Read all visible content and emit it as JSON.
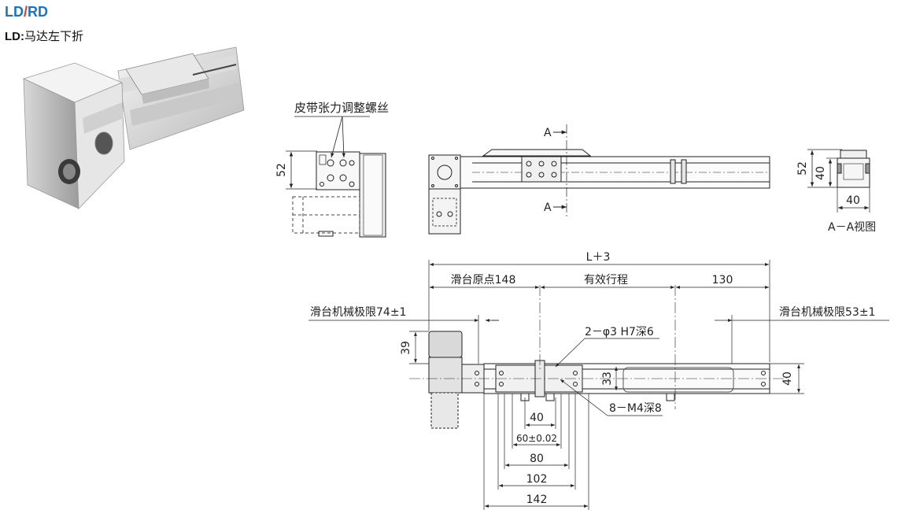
{
  "header": {
    "title_ld": "LD",
    "title_sep": "/",
    "title_rd": "RD",
    "subtitle_code": "LD:",
    "subtitle_text": "马达左下折"
  },
  "top_views": {
    "belt_label": "皮带张力调整螺丝",
    "dim_52_left": "52",
    "section_mark_top": "A",
    "section_mark_bottom": "A",
    "dim_52_right": "52",
    "dim_40_right_v": "40",
    "dim_40_right_h": "40",
    "section_view_label": "A－A视图"
  },
  "bottom_view": {
    "total_length": "L＋3",
    "origin": "滑台原点148",
    "stroke": "有效行程",
    "end_130": "130",
    "mech_limit_left": "滑台机械极限74±1",
    "mech_limit_right": "滑台机械极限53±1",
    "holes": "2－φ3 H7深6",
    "dim_39": "39",
    "dim_33": "33",
    "dim_40_side": "40",
    "tapped": "8－M4深8",
    "dim_40": "40",
    "dim_60": "60±0.02",
    "dim_80": "80",
    "dim_102": "102",
    "dim_142": "142"
  }
}
